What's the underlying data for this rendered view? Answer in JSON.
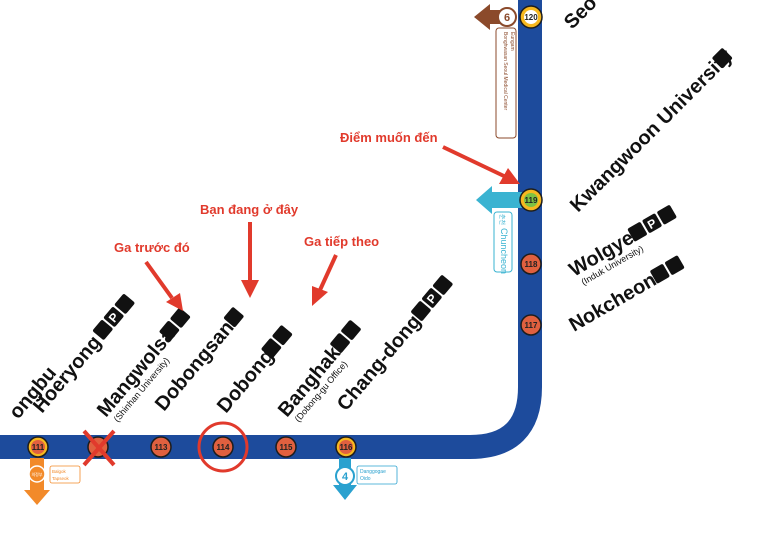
{
  "map": {
    "line_color": "#1d4b9c",
    "station_fill": "#e0603f",
    "annotation_color": "#e13a2c"
  },
  "annotations": {
    "destination": "Điểm muốn đến",
    "you_are_here": "Bạn đang ở đây",
    "previous_station": "Ga trước đó",
    "next_station": "Ga tiếp theo"
  },
  "stations": {
    "s111": {
      "number": "111",
      "name": "ongbu"
    },
    "s112": {
      "name": "Hoeryong"
    },
    "s113": {
      "number": "113",
      "name": "Mangwolsa",
      "sub": "(Shinhan University)"
    },
    "s114": {
      "number": "114",
      "name": "Dobongsan"
    },
    "s115": {
      "number": "115",
      "name": "Dobong"
    },
    "s116": {
      "number": "116",
      "name": "Banghak",
      "sub": "(Dobong-gu Office)"
    },
    "s116b": {
      "name": "Chang-dong"
    },
    "s117": {
      "number": "117",
      "name": "Nokcheon"
    },
    "s118": {
      "number": "118",
      "name": "Wolgye",
      "sub": "(Induk University)"
    },
    "s119": {
      "number": "119",
      "name": "Kwangwoon University"
    },
    "s120": {
      "number": "120",
      "name": "Seo"
    }
  },
  "transfers": {
    "line6": {
      "number": "6",
      "label1": "Bonghwasan Seoul Medical Center",
      "label2": "Eungam",
      "color": "#8b4a2b"
    },
    "chuncheon": {
      "label": "Chuncheon",
      "kr": "춘천",
      "color": "#3ab3d1"
    },
    "line4": {
      "number": "4",
      "label1": "Danggogae",
      "label2": "Oido",
      "color": "#2aa1cf"
    },
    "uijeongbu": {
      "kr": "의정부",
      "label1": "Balgok",
      "label2": "Tapseok",
      "color": "#f28a2a"
    }
  }
}
